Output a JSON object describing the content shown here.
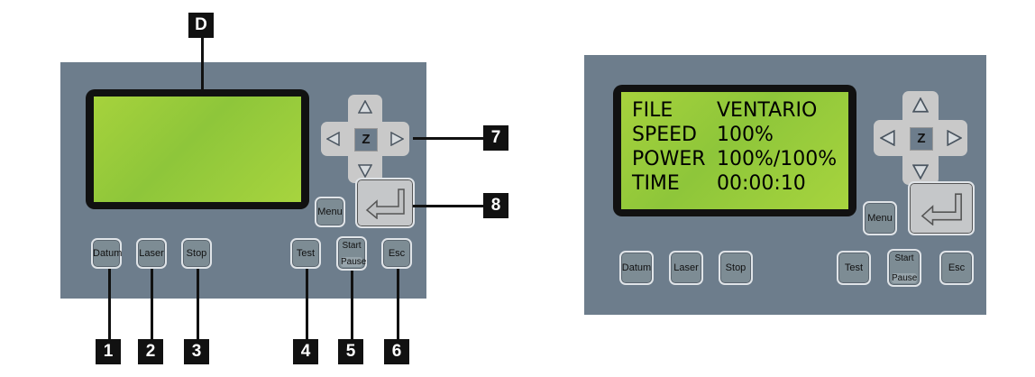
{
  "left_panel": {
    "lcd_callout": "D",
    "dpad_center": "Z",
    "menu": "Menu",
    "buttons": {
      "datum": "Datum",
      "laser": "Laser",
      "stop": "Stop",
      "test": "Test",
      "start": "Start",
      "pause": "Pause",
      "esc": "Esc"
    },
    "callouts": [
      "1",
      "2",
      "3",
      "4",
      "5",
      "6",
      "7",
      "8"
    ]
  },
  "right_panel": {
    "lcd": [
      {
        "key": "FILE",
        "value": "VENTARIO"
      },
      {
        "key": "SPEED",
        "value": "100%"
      },
      {
        "key": "POWER",
        "value": "100%/100%"
      },
      {
        "key": "TIME",
        "value": "00:00:10"
      }
    ],
    "dpad_center": "Z",
    "menu": "Menu",
    "buttons": {
      "datum": "Datum",
      "laser": "Laser",
      "stop": "Stop",
      "test": "Test",
      "start": "Start",
      "pause": "Pause",
      "esc": "Esc"
    }
  },
  "colors": {
    "panel": "#6d7d8c",
    "lcd": "#9acb3c",
    "callout": "#111111"
  }
}
